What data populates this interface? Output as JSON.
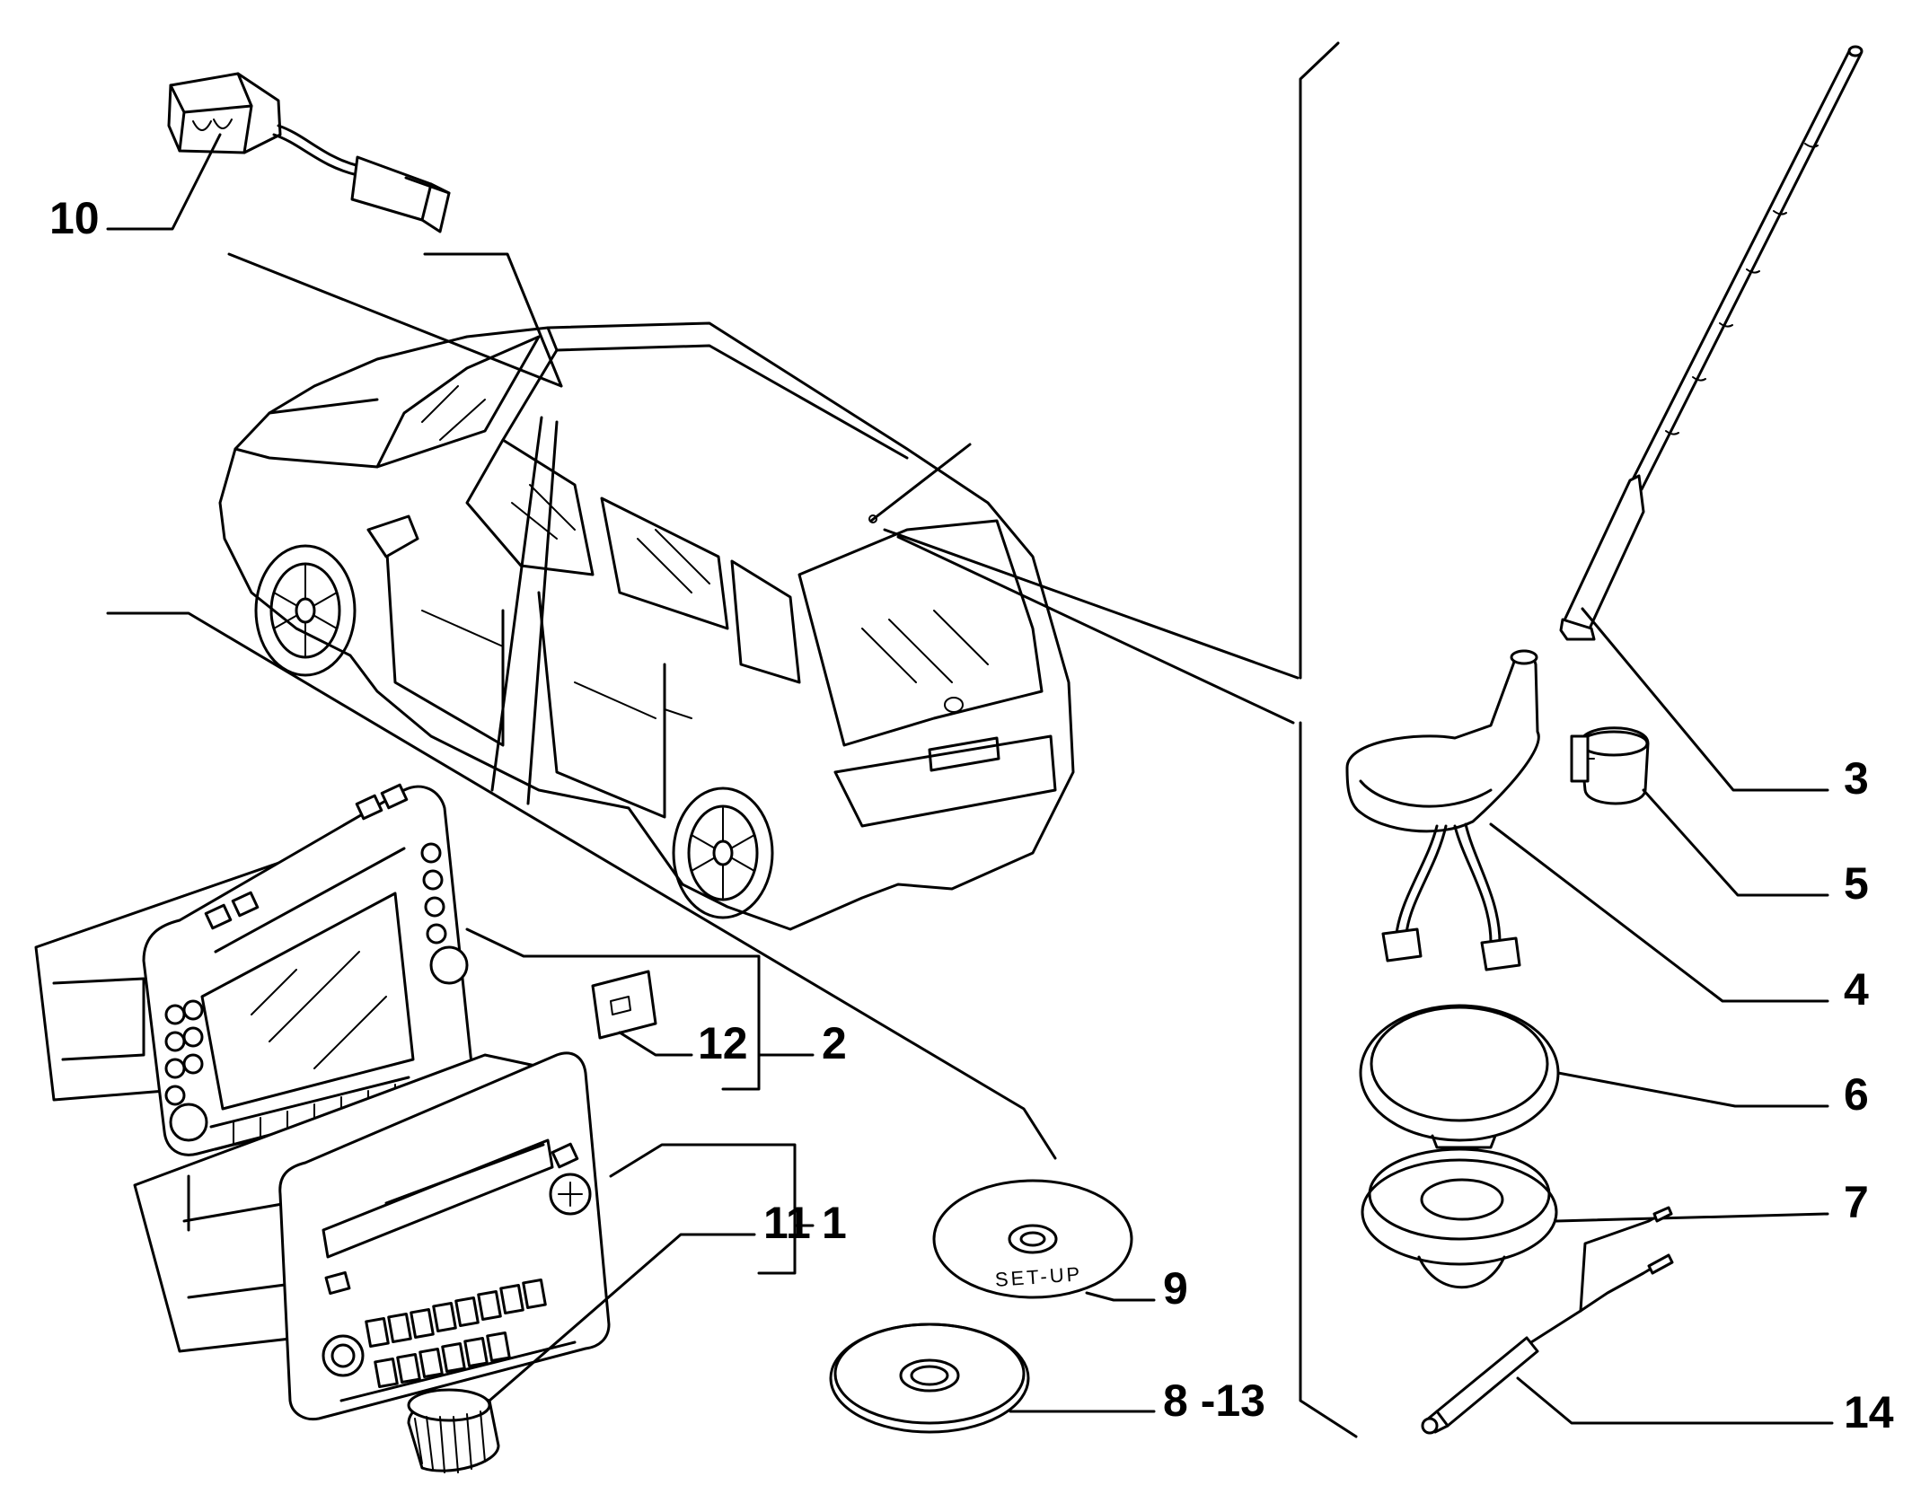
{
  "diagram": {
    "callouts": [
      {
        "id": "10",
        "label": "10"
      },
      {
        "id": "3",
        "label": "3"
      },
      {
        "id": "5",
        "label": "5"
      },
      {
        "id": "4",
        "label": "4"
      },
      {
        "id": "6",
        "label": "6"
      },
      {
        "id": "7",
        "label": "7"
      },
      {
        "id": "14",
        "label": "14"
      },
      {
        "id": "12",
        "label": "12"
      },
      {
        "id": "2",
        "label": "2"
      },
      {
        "id": "11",
        "label": "11"
      },
      {
        "id": "1",
        "label": "1"
      },
      {
        "id": "9",
        "label": "9"
      },
      {
        "id": "8-13",
        "label": "8 -13"
      }
    ],
    "disc_label": "SET-UP"
  }
}
